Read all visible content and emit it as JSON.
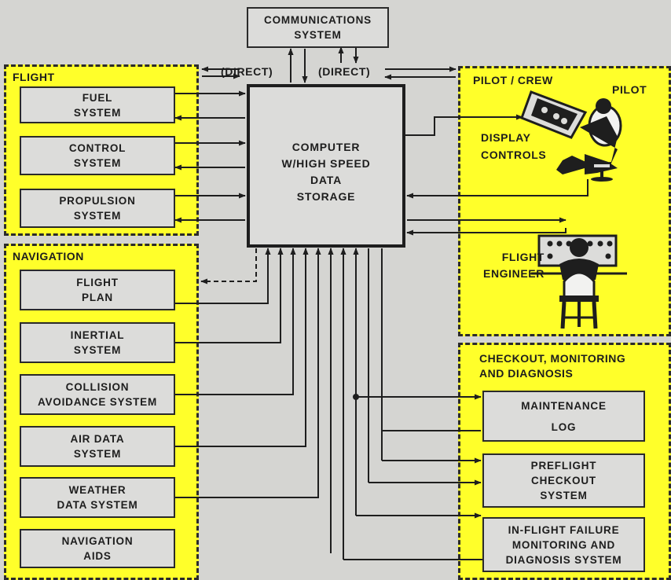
{
  "communications": "COMMUNICATIONS\nSYSTEM",
  "direct_left": "(DIRECT)",
  "direct_right": "(DIRECT)",
  "computer": "COMPUTER\nW/HIGH SPEED\nDATA\nSTORAGE",
  "flight": {
    "title": "FLIGHT",
    "items": [
      "FUEL\nSYSTEM",
      "CONTROL\nSYSTEM",
      "PROPULSION\nSYSTEM"
    ]
  },
  "navigation": {
    "title": "NAVIGATION",
    "items": [
      "FLIGHT\nPLAN",
      "INERTIAL\nSYSTEM",
      "COLLISION\nAVOIDANCE SYSTEM",
      "AIR DATA\nSYSTEM",
      "WEATHER\nDATA SYSTEM",
      "NAVIGATION\nAIDS"
    ]
  },
  "pilot_crew": {
    "title": "PILOT / CREW",
    "pilot": "PILOT",
    "display_controls": "DISPLAY\nCONTROLS",
    "flight_engineer": "FLIGHT\nENGINEER"
  },
  "checkout": {
    "title": "CHECKOUT, MONITORING\nAND DIAGNOSIS",
    "items": [
      "MAINTENANCE\nLOG",
      "PREFLIGHT\nCHECKOUT\nSYSTEM",
      "IN-FLIGHT FAILURE\nMONITORING AND\nDIAGNOSIS SYSTEM"
    ]
  },
  "colors": {
    "panel": "#ffff2a",
    "box": "#dcdcda",
    "background": "#d5d5d2",
    "line": "#1e1e1e"
  }
}
